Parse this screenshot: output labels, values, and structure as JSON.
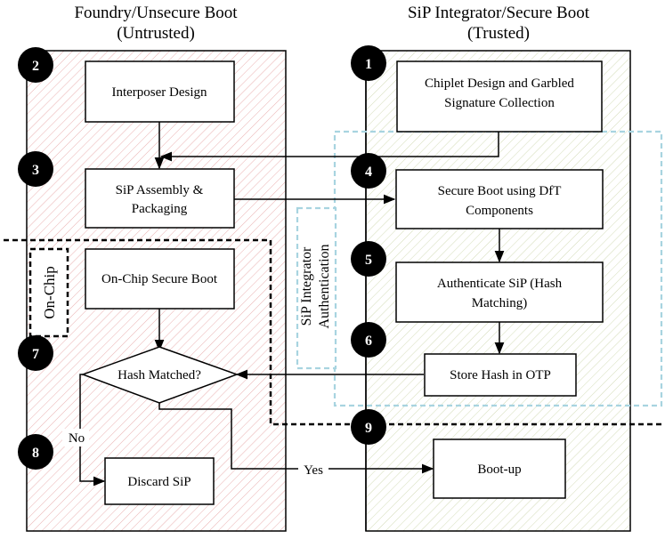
{
  "columns": {
    "left": {
      "title": "Foundry/Unsecure Boot",
      "subtitle": "(Untrusted)"
    },
    "right": {
      "title": "SiP Integrator/Secure Boot",
      "subtitle": "(Trusted)"
    }
  },
  "steps": {
    "s1": "1",
    "s2": "2",
    "s3": "3",
    "s4": "4",
    "s5": "5",
    "s6": "6",
    "s7": "7",
    "s8": "8",
    "s9": "9"
  },
  "boxes": {
    "interposer": "Interposer Design",
    "chiplet_1": "Chiplet Design and Garbled",
    "chiplet_2": "Signature Collection",
    "assembly_1": "SiP Assembly &",
    "assembly_2": "Packaging",
    "secure_boot_1": "Secure Boot using DfT",
    "secure_boot_2": "Components",
    "on_chip_boot": "On-Chip Secure Boot",
    "authenticate_1": "Authenticate SiP (Hash",
    "authenticate_2": "Matching)",
    "hash_matched": "Hash Matched?",
    "store_hash": "Store Hash in OTP",
    "discard": "Discard SiP",
    "bootup": "Boot-up"
  },
  "labels": {
    "on_chip": "On-Chip",
    "sip_auth_1": "SiP Integrator",
    "sip_auth_2": "Authentication",
    "no": "No",
    "yes": "Yes"
  },
  "colors": {
    "left_hatch": "#e8a0a0",
    "right_hatch": "#c8d4a8",
    "auth_dash": "#a8d4e0",
    "circle": "#000000"
  }
}
